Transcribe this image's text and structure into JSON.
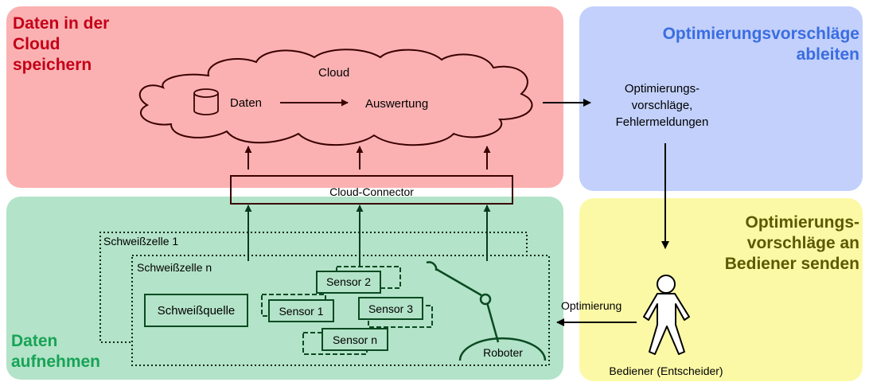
{
  "panels": {
    "store": {
      "title": "Daten in der Cloud speichern",
      "title_lines": [
        "Daten in der",
        "Cloud",
        "speichern"
      ],
      "color": "#fbb1b2",
      "title_color": "#c40018"
    },
    "collect": {
      "title": "Daten aufnehmen",
      "title_lines": [
        "Daten",
        "aufnehmen"
      ],
      "color": "#b3e3c8",
      "title_color": "#17a356"
    },
    "derive": {
      "title": "Optimierungsvorschläge ableiten",
      "title_lines": [
        "Optimierungsvorschläge",
        "ableiten"
      ],
      "color": "#c2d0fb",
      "title_color": "#3a6de0"
    },
    "send": {
      "title": "Optimierungsvorschläge an Bediener senden",
      "title_lines": [
        "Optimierungs-",
        "vorschläge an",
        "Bediener senden"
      ],
      "color": "#fbf9a6",
      "title_color": "#5b5a00"
    }
  },
  "cloud": {
    "label": "Cloud",
    "data_label": "Daten",
    "analysis_label": "Auswertung"
  },
  "connector": {
    "label": "Cloud-Connector"
  },
  "cells": {
    "cell_1": "Schweißzelle 1",
    "cell_n": "Schweißzelle n"
  },
  "components": {
    "source": "Schweißquelle",
    "sensor_1": "Sensor 1",
    "sensor_2": "Sensor 2",
    "sensor_3": "Sensor 3",
    "sensor_n": "Sensor n",
    "robot": "Roboter"
  },
  "suggestions": {
    "lines": [
      "Optimierungs-",
      "vorschläge,",
      "Fehlermeldungen"
    ]
  },
  "optimization": {
    "label": "Optimierung"
  },
  "operator": {
    "label": "Bediener (Entscheider)"
  },
  "colors": {
    "line": "#4a0000",
    "equipment": "#0a4a22",
    "icon_db": "database-icon",
    "icon_person": "person-icon"
  }
}
